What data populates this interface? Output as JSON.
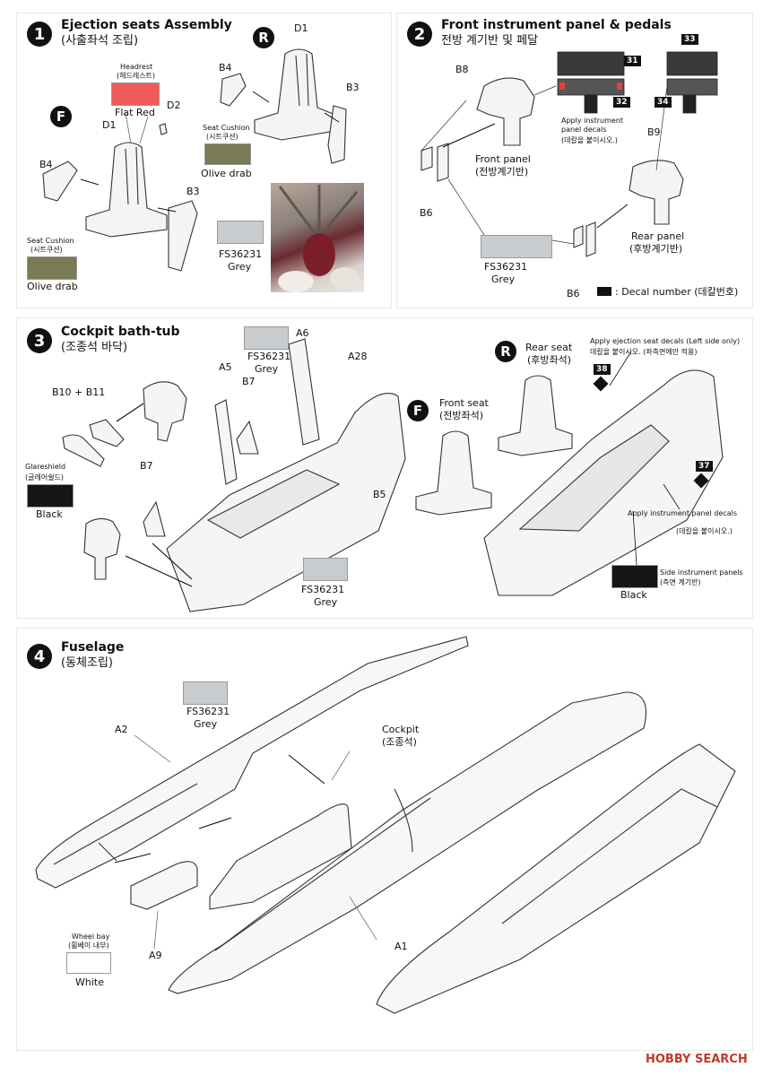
{
  "step1": {
    "number": "1",
    "title": "Ejection seats Assembly",
    "title_ko": "(사출좌석 조립)",
    "badge_r": "R",
    "badge_f": "F",
    "labels": {
      "d1_top": "D1",
      "b4_top": "B4",
      "b3_top": "B3",
      "d2": "D2",
      "d1": "D1",
      "b4": "B4",
      "b3": "B3"
    },
    "headrest": {
      "label": "Headrest",
      "label_ko": "(헤드레스트)",
      "color_name": "Flat Red",
      "color": "#f05a5a"
    },
    "seat_cushion_right": {
      "label": "Seat Cushion",
      "label_ko": "(시트쿠션)",
      "color_name": "Olive drab",
      "color": "#7a7a55"
    },
    "seat_cushion_left": {
      "label": "Seat Cushion",
      "label_ko": "(시트쿠션)",
      "color_name": "Olive drab",
      "color": "#7a7a55"
    },
    "grey": {
      "code": "FS36231",
      "name": "Grey",
      "color": "#c9ccce"
    }
  },
  "step2": {
    "number": "2",
    "title": "Front instrument panel & pedals",
    "title_ko": "전방 계기반 및 페달",
    "labels": {
      "b8": "B8",
      "b9": "B9",
      "b6_left": "B6",
      "b6_bottom": "B6"
    },
    "front_panel": "Front panel",
    "front_panel_ko": "(전방계기반)",
    "rear_panel": "Rear panel",
    "rear_panel_ko": "(후방계기반)",
    "apply_decals": "Apply instrument panel decals",
    "apply_decals_ko": "(데칼을 붙이시오.)",
    "decals": [
      "31",
      "32",
      "33",
      "34"
    ],
    "grey": {
      "code": "FS36231",
      "name": "Grey",
      "color": "#c9ccce"
    },
    "legend": ": Decal number (데칼번호)"
  },
  "step3": {
    "number": "3",
    "title": "Cockpit bath-tub",
    "title_ko": "(조종석 바닥)",
    "labels": {
      "b10_b11": "B10 + B11",
      "a5": "A5",
      "b7_top": "B7",
      "a6": "A6",
      "a28": "A28",
      "b7": "B7",
      "b5": "B5"
    },
    "glareshield": {
      "label": "Glareshield",
      "label_ko": "(글레어쉴드)",
      "color_name": "Black",
      "color": "#151515"
    },
    "grey_top": {
      "code": "FS36231",
      "name": "Grey",
      "color": "#c9ccce"
    },
    "grey_bottom": {
      "code": "FS36231",
      "name": "Grey",
      "color": "#c9ccce"
    },
    "rear_seat": "Rear seat",
    "rear_seat_ko": "(후방좌석)",
    "front_seat": "Front seat",
    "front_seat_ko": "(전방좌석)",
    "badge_r": "R",
    "badge_f": "F",
    "apply_seat_decals": "Apply ejection seat decals (Left side only)",
    "apply_seat_decals_ko": "데칼을 붙이시오. (좌측면에만 적용)",
    "decals": [
      "38",
      "37"
    ],
    "apply_panel_decals": "Apply instrument panel decals",
    "apply_panel_decals_ko": "(데칼을 붙이시오.)",
    "side_panels": {
      "label": "Side instrument panels",
      "label_ko": "(측면 계기반)",
      "color_name": "Black",
      "color": "#151515"
    }
  },
  "step4": {
    "number": "4",
    "title": "Fuselage",
    "title_ko": "(동체조립)",
    "grey": {
      "code": "FS36231",
      "name": "Grey",
      "color": "#c9ccce"
    },
    "labels": {
      "a2": "A2",
      "a9": "A9",
      "a1": "A1"
    },
    "cockpit": "Cockpit",
    "cockpit_ko": "(조종석)",
    "wheel_bay": {
      "label": "Wheel bay",
      "label_ko": "(휠베이 내부)",
      "color_name": "White",
      "color": "#ffffff"
    }
  },
  "watermark": "HOBBY SEARCH"
}
